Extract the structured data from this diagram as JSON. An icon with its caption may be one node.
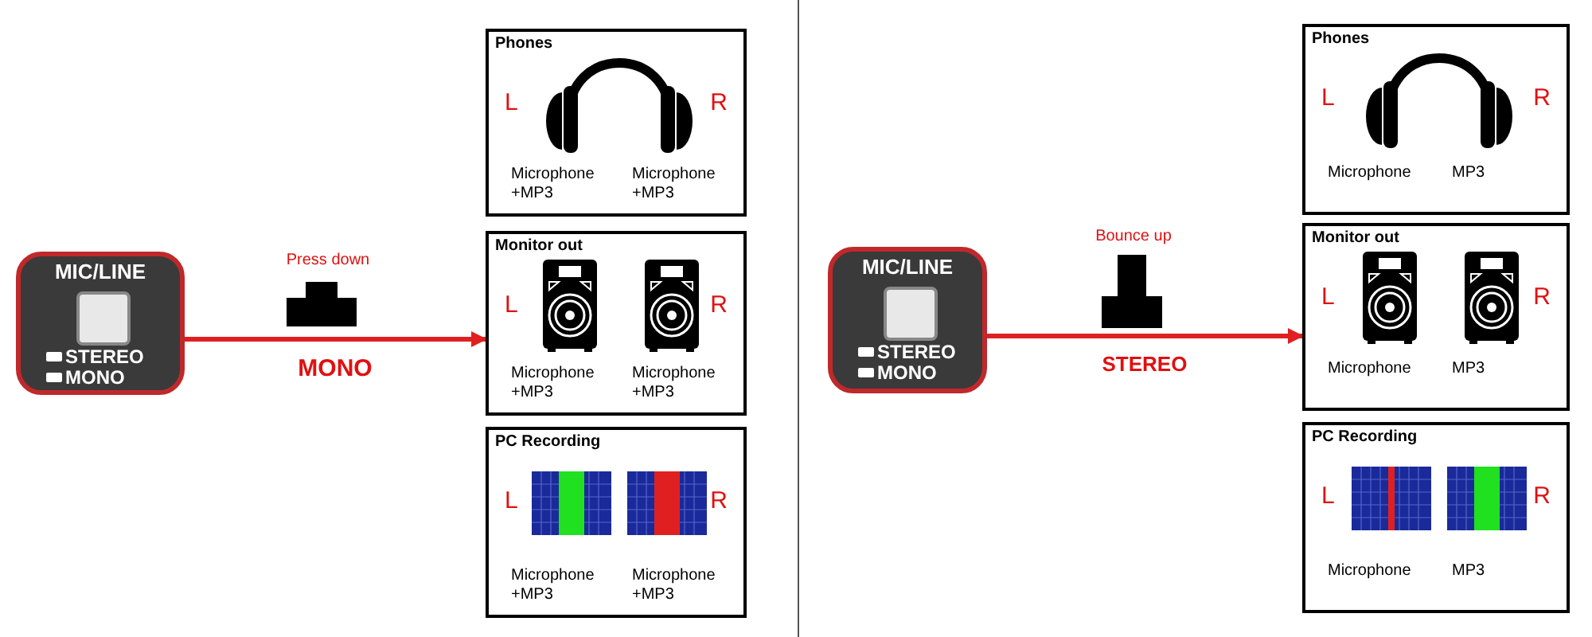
{
  "diagram": {
    "nodes": [
      {
        "text": [
          "MIC/LINE",
          "STEREO",
          "MONO"
        ]
      },
      {
        "text": [
          "Phones",
          "L",
          "R",
          "Microphone +MP3",
          "Microphone +MP3"
        ]
      },
      {
        "text": [
          "Monitor out",
          "L",
          "R",
          "Microphone +MP3",
          "Microphone +MP3"
        ]
      },
      {
        "text": [
          "PC Recording",
          "L",
          "R",
          "Microphone +MP3",
          "Microphone +MP3"
        ]
      },
      {
        "text": [
          "MIC/LINE",
          "STEREO",
          "MONO"
        ]
      },
      {
        "text": [
          "Phones",
          "L",
          "R",
          "Microphone",
          "MP3"
        ]
      },
      {
        "text": [
          "Monitor out",
          "L",
          "R",
          "Microphone",
          "MP3"
        ]
      },
      {
        "text": [
          "PC Recording",
          "L",
          "R",
          "Microphone",
          "MP3"
        ]
      }
    ],
    "edges": [
      {
        "from": 0,
        "to": 2,
        "arrow": "to",
        "label": "MONO"
      },
      {
        "from": 4,
        "to": 6,
        "arrow": "to",
        "label": "STEREO"
      }
    ],
    "labels": [
      "Press down",
      "Bounce up"
    ]
  }
}
